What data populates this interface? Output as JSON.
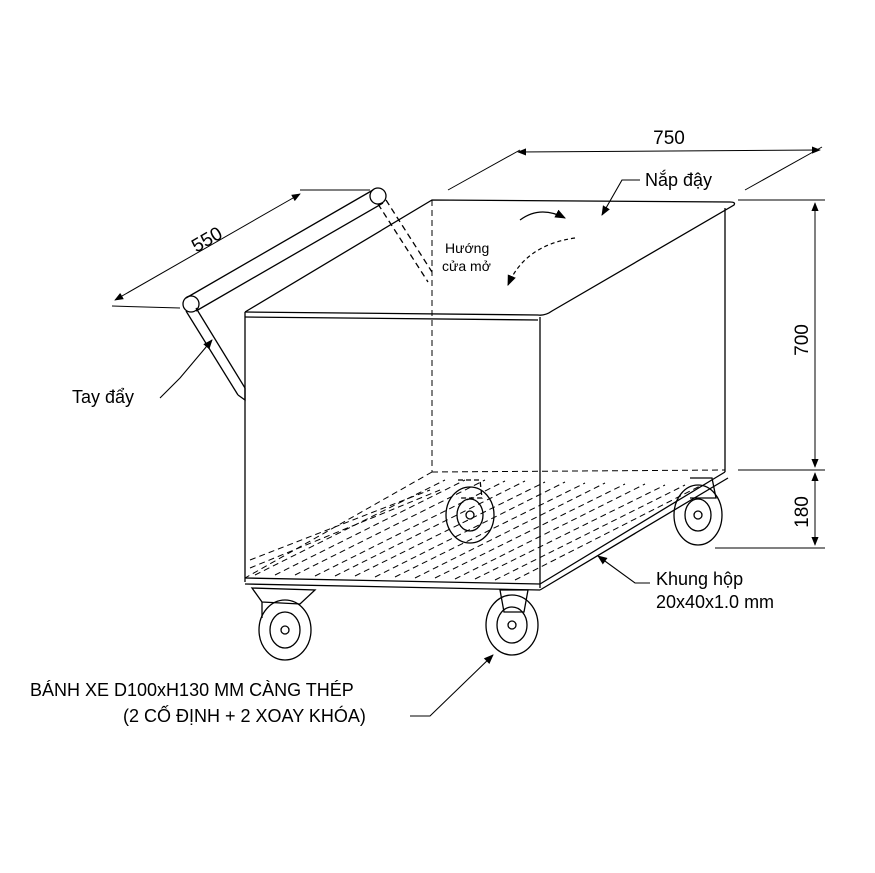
{
  "dimensions": {
    "length": "750",
    "width": "550",
    "height": "700",
    "wheel_height": "180"
  },
  "labels": {
    "lid": "Nắp đậy",
    "open_direction_line1": "Hướng",
    "open_direction_line2": "cửa mở",
    "push_handle": "Tay đẩy",
    "frame_line1": "Khung hộp",
    "frame_line2": "20x40x1.0 mm",
    "wheel_line1": "BÁNH XE D100xH130 MM CÀNG THÉP",
    "wheel_line2": "(2 CỐ ĐỊNH + 2 XOAY KHÓA)"
  },
  "colors": {
    "line": "#000000",
    "background": "#ffffff"
  }
}
